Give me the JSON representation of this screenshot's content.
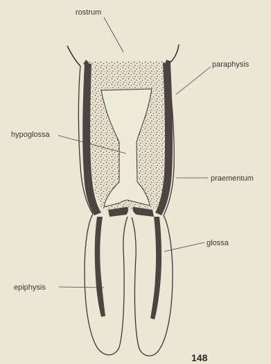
{
  "labels": {
    "rostrum": "rostrum",
    "paraphysis": "paraphysis",
    "hypoglossa": "hypoglossa",
    "praementum": "praementum",
    "glossa": "glossa",
    "epiphysis": "epiphysis"
  },
  "figure_number": "148",
  "colors": {
    "background": "#ece6d6",
    "ink": "#3a3530",
    "dark_sclerite": "#4a4540"
  }
}
